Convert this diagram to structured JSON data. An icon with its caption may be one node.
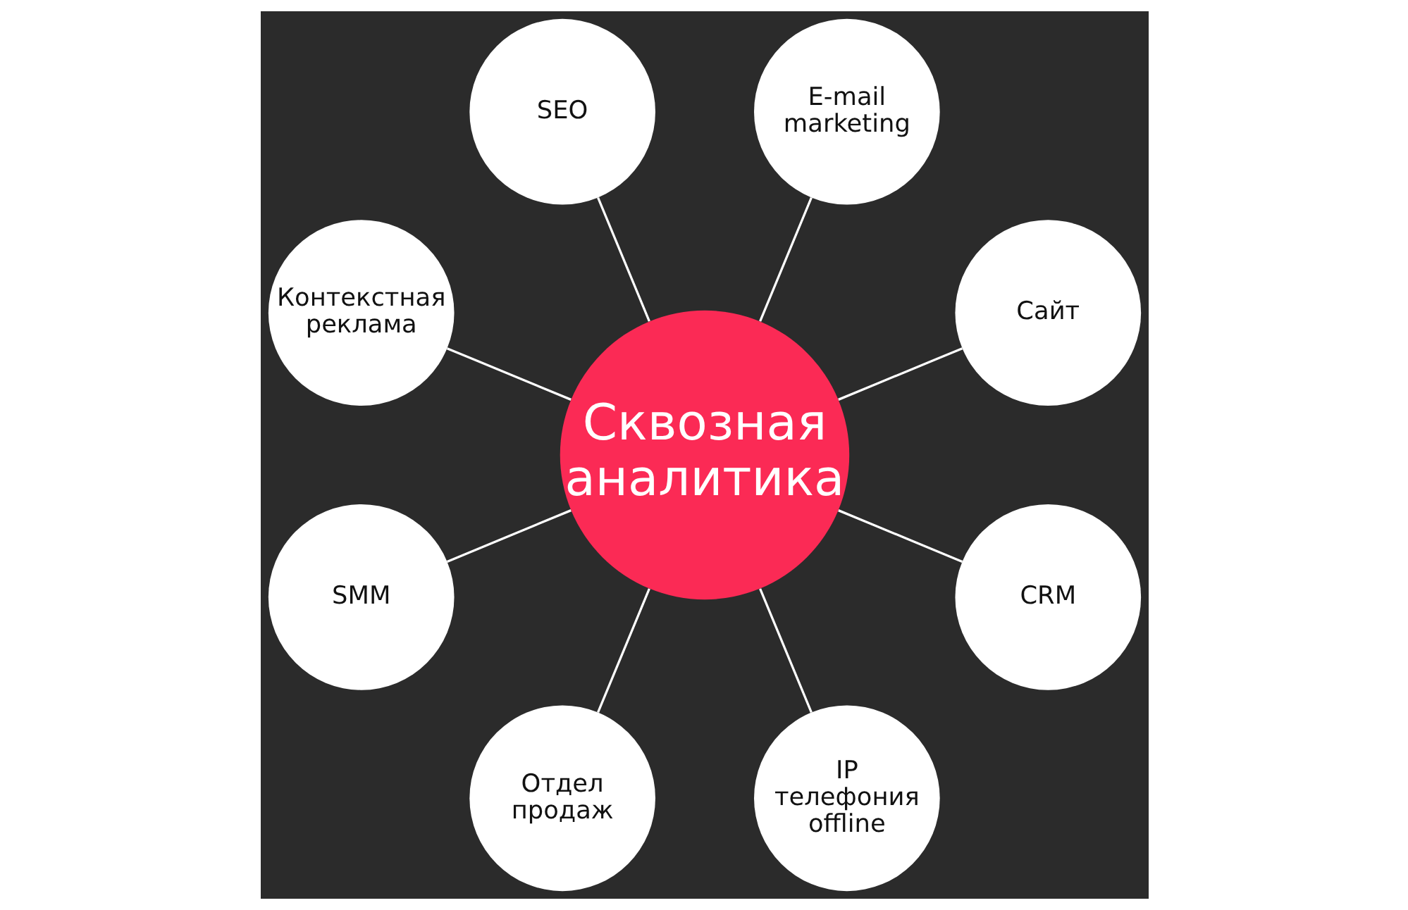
{
  "diagram": {
    "nodes": [
      {
        "text": [
          "Сквозная аналитика"
        ]
      },
      {
        "text": [
          "Сайт"
        ]
      },
      {
        "text": [
          "E-mail marketing"
        ]
      },
      {
        "text": [
          "SEO"
        ]
      },
      {
        "text": [
          "Контекстная реклама"
        ]
      },
      {
        "text": [
          "SMM"
        ]
      },
      {
        "text": [
          "Отдел продаж"
        ]
      },
      {
        "text": [
          "IP телефония offline"
        ]
      },
      {
        "text": [
          "CRM"
        ]
      }
    ],
    "edges": [
      {
        "from": 0,
        "to": 1,
        "arrow": "none"
      },
      {
        "from": 0,
        "to": 3,
        "arrow": "none"
      },
      {
        "from": 0,
        "to": 5,
        "arrow": "none"
      },
      {
        "from": 0,
        "to": 7,
        "arrow": "none"
      },
      {
        "from": 0,
        "to": 8,
        "arrow": "none"
      },
      {
        "from": 0,
        "to": 6,
        "arrow": "none"
      },
      {
        "from": 0,
        "to": 4,
        "arrow": "none"
      },
      {
        "from": 0,
        "to": 2,
        "arrow": "none"
      }
    ]
  }
}
